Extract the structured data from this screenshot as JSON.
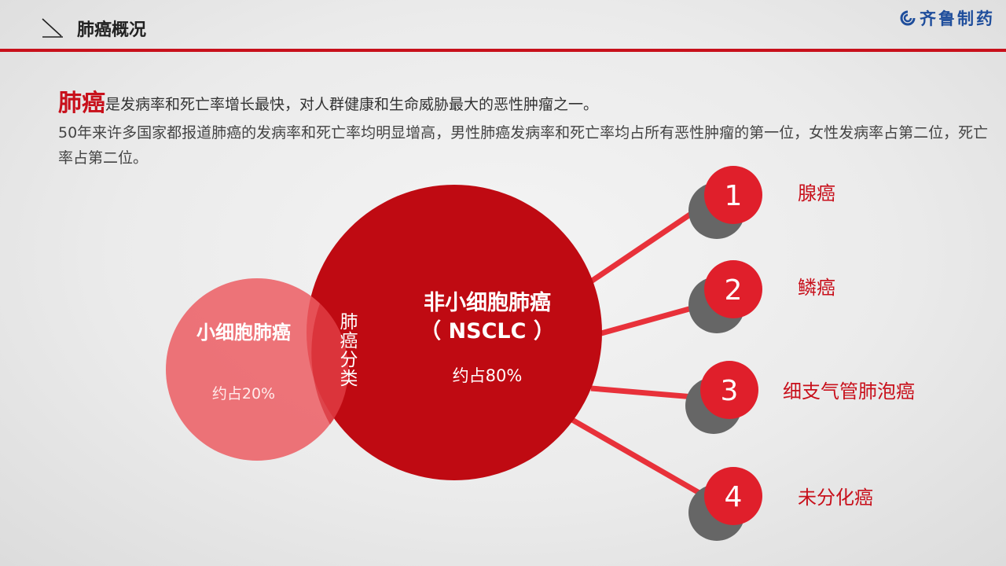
{
  "header": {
    "title": "肺癌概况",
    "brand": "齐鲁制药",
    "colors": {
      "accent": "#c8101b",
      "brand": "#1f4e9c"
    }
  },
  "intro": {
    "highlight": "肺癌",
    "lead_rest": "是发病率和死亡率增长最快，对人群健康和生命威胁最大的恶性肿瘤之一。",
    "paragraph": "50年来许多国家都报道肺癌的发病率和死亡率均明显增高，男性肺癌发病率和死亡率均占所有恶性肿瘤的第一位，女性发病率占第二位，死亡率占第二位。"
  },
  "diagram": {
    "center_label": "肺癌分类",
    "small_circle": {
      "title": "小细胞肺癌",
      "share": "约占20%"
    },
    "big_circle": {
      "title_line1": "非小细胞肺癌",
      "title_line2": "（ NSCLC ）",
      "share": "约占80%"
    },
    "subtypes": [
      {
        "number": "1",
        "name": "腺癌"
      },
      {
        "number": "2",
        "name": "鳞癌"
      },
      {
        "number": "3",
        "name": "细支气管肺泡癌"
      },
      {
        "number": "4",
        "name": "未分化癌"
      }
    ]
  }
}
